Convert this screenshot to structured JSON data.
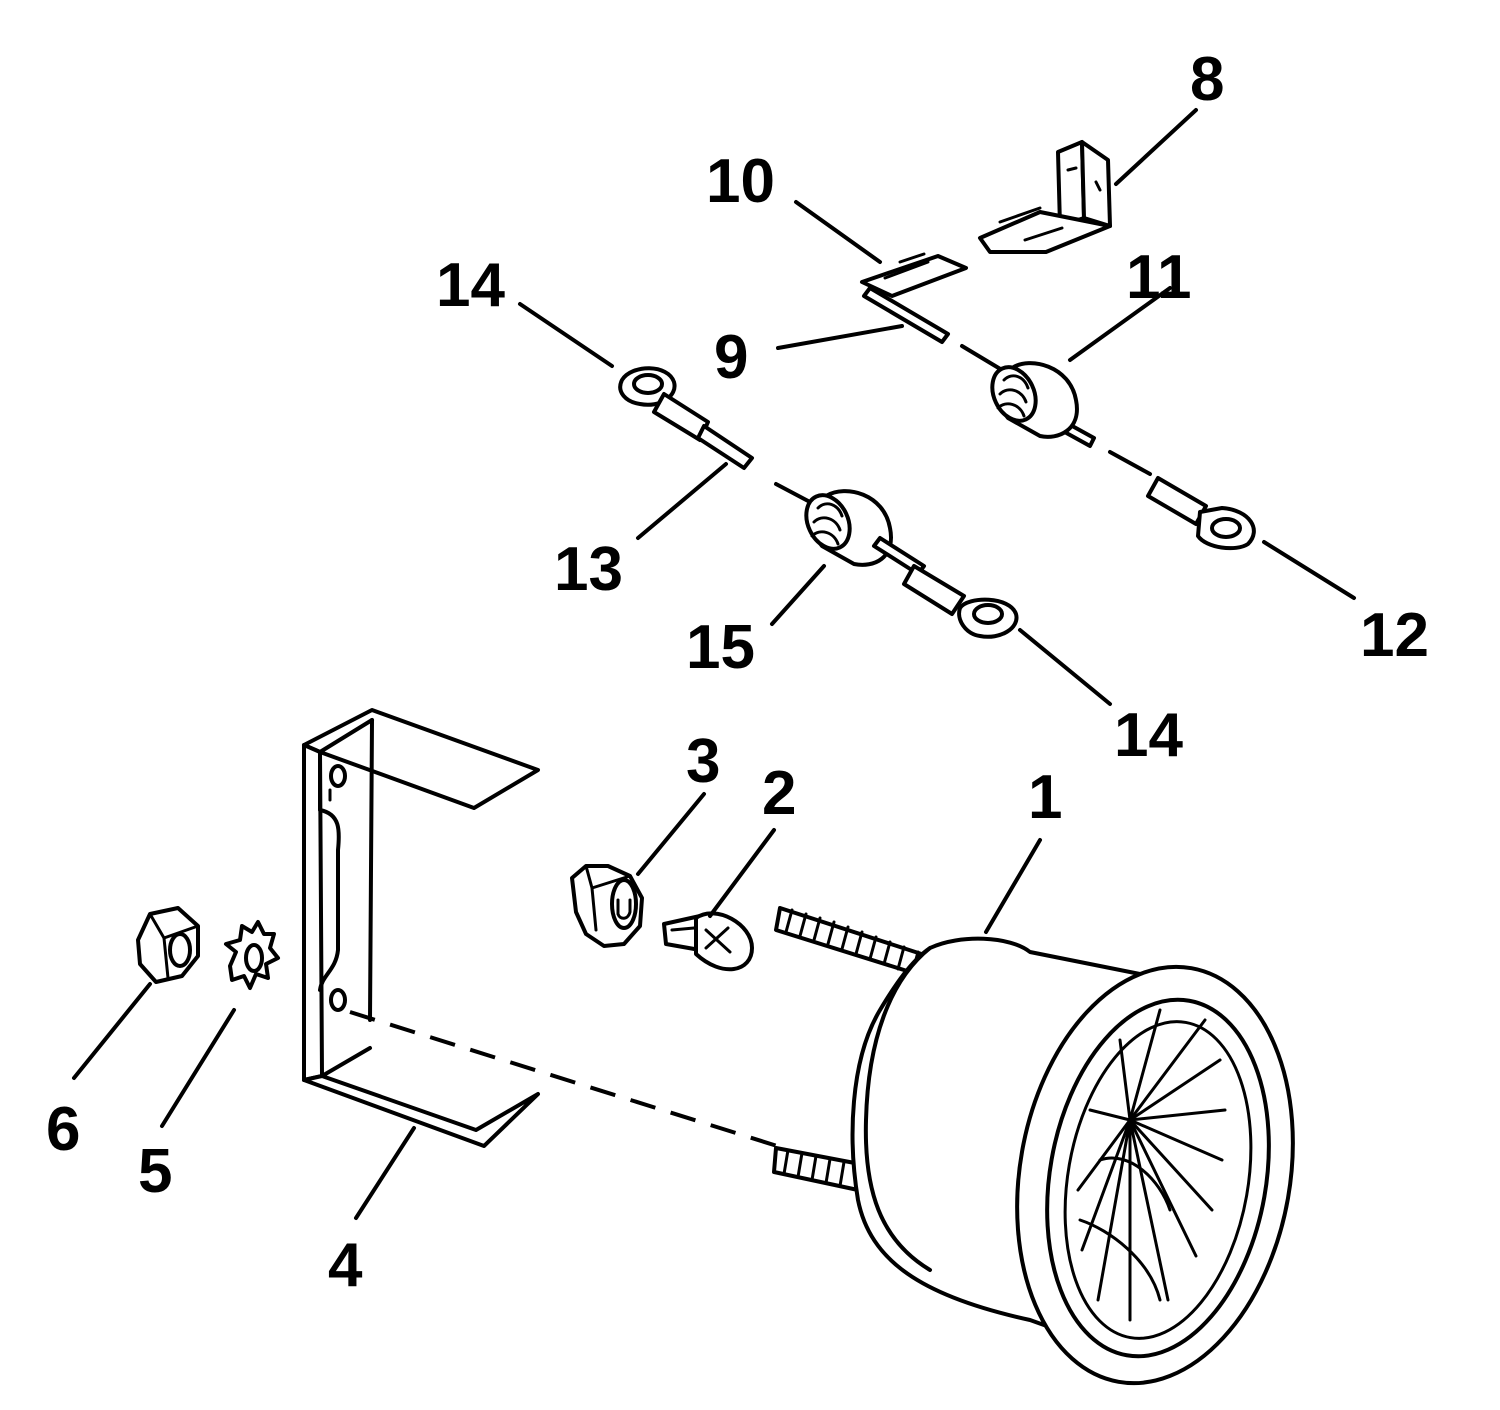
{
  "labels": {
    "l1": "1",
    "l2": "2",
    "l3": "3",
    "l4": "4",
    "l5": "5",
    "l6": "6",
    "l8": "8",
    "l9": "9",
    "l10": "10",
    "l11": "11",
    "l12": "12",
    "l13": "13",
    "l14a": "14",
    "l14b": "14",
    "l15": "15"
  },
  "colors": {
    "ink": "#000000",
    "paper": "#ffffff"
  }
}
